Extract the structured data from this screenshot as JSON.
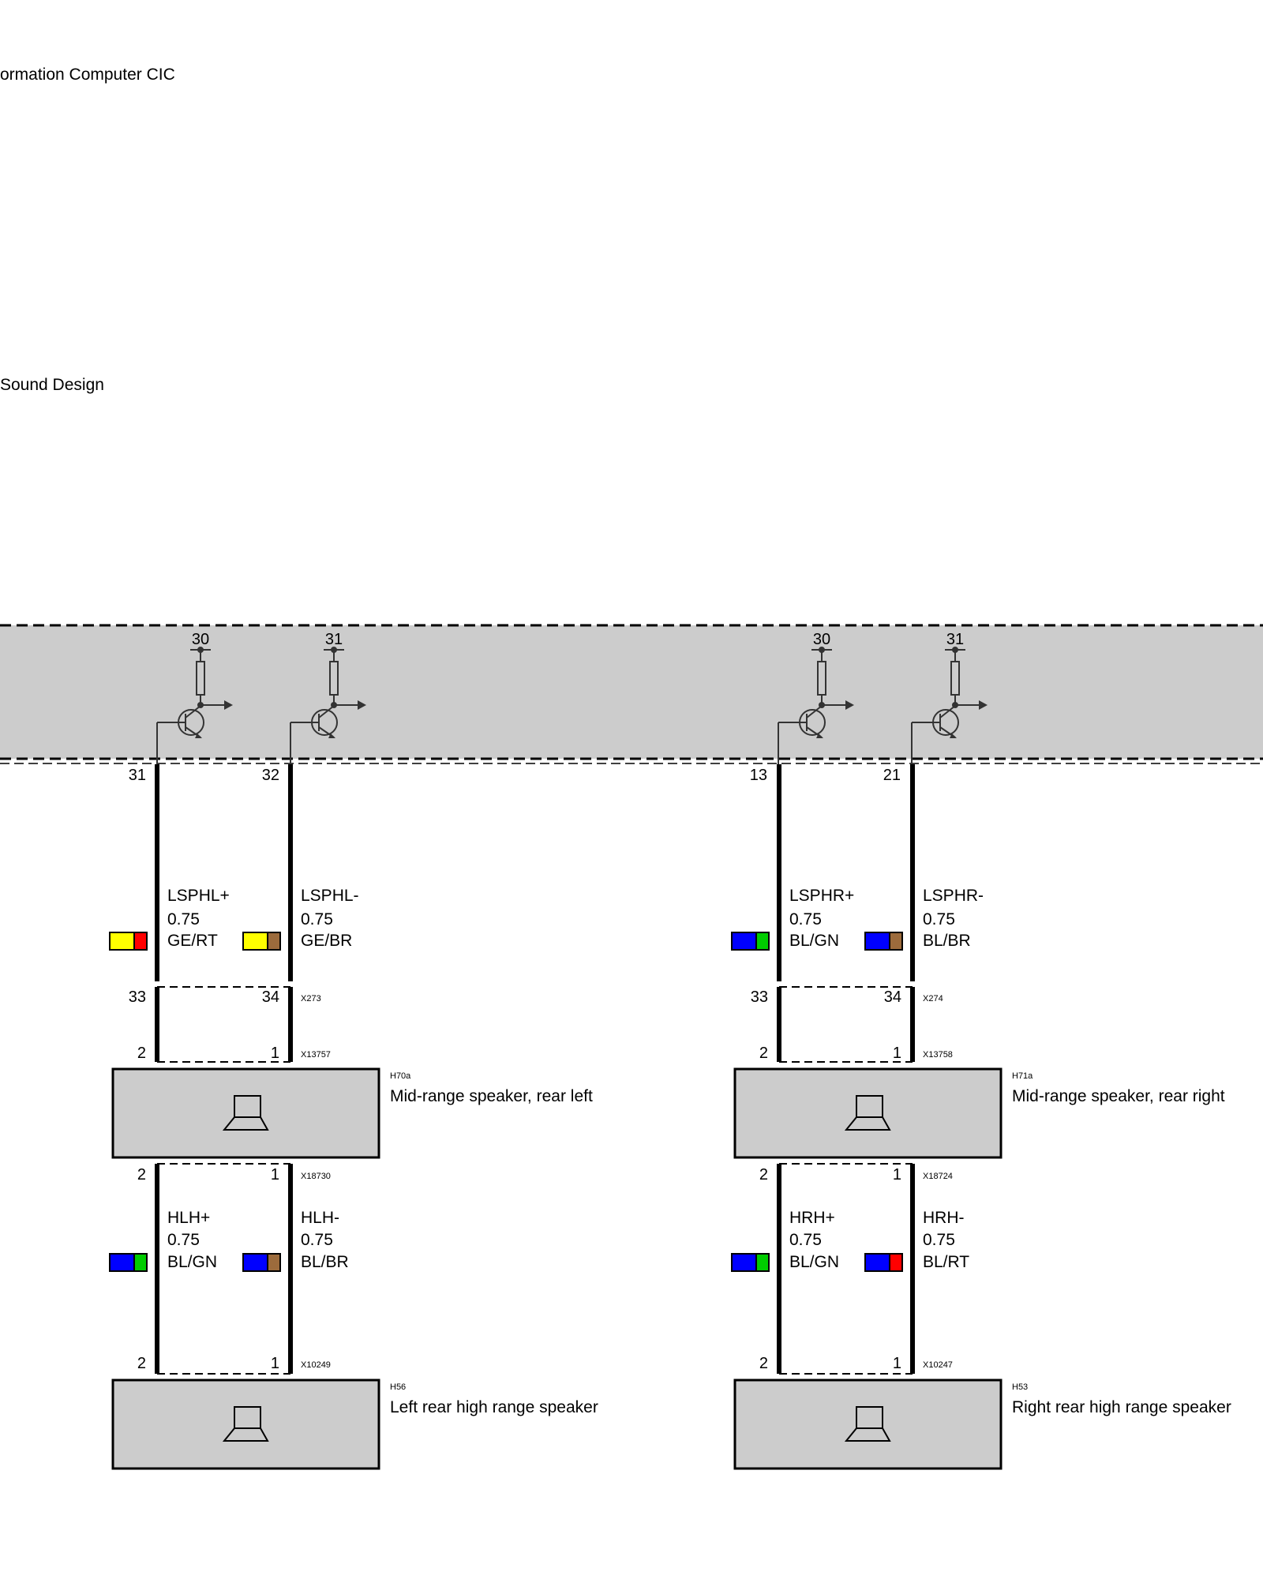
{
  "header": {
    "title_line1": "ormation Computer CIC",
    "title_line2": "Sound Design"
  },
  "module": {
    "transistors": [
      {
        "supply": "30",
        "pin": "31"
      },
      {
        "supply": "31",
        "pin": "32"
      },
      {
        "supply": "30",
        "pin": "13"
      },
      {
        "supply": "31",
        "pin": "21"
      }
    ]
  },
  "channels": [
    {
      "wires_top": [
        {
          "signal": "LSPHL+",
          "gauge": "0.75",
          "color": "GE/RT",
          "colors": [
            "#ffff00",
            "#ff0000"
          ]
        },
        {
          "signal": "LSPHL-",
          "gauge": "0.75",
          "color": "GE/BR",
          "colors": [
            "#ffff00",
            "#9c6b3c"
          ]
        }
      ],
      "conn1": {
        "id": "X273",
        "pins": [
          "33",
          "34"
        ]
      },
      "conn2": {
        "id": "X13757",
        "pins": [
          "2",
          "1"
        ]
      },
      "speaker_mid": {
        "id": "H70a",
        "name": "Mid-range speaker, rear left"
      },
      "conn3": {
        "id": "X18730",
        "pins": [
          "2",
          "1"
        ]
      },
      "wires_bottom": [
        {
          "signal": "HLH+",
          "gauge": "0.75",
          "color": "BL/GN",
          "colors": [
            "#0000ff",
            "#00cc00"
          ]
        },
        {
          "signal": "HLH-",
          "gauge": "0.75",
          "color": "BL/BR",
          "colors": [
            "#0000ff",
            "#9c6b3c"
          ]
        }
      ],
      "conn4": {
        "id": "X10249",
        "pins": [
          "2",
          "1"
        ]
      },
      "speaker_high": {
        "id": "H56",
        "name": "Left rear high range speaker"
      }
    },
    {
      "wires_top": [
        {
          "signal": "LSPHR+",
          "gauge": "0.75",
          "color": "BL/GN",
          "colors": [
            "#0000ff",
            "#00cc00"
          ]
        },
        {
          "signal": "LSPHR-",
          "gauge": "0.75",
          "color": "BL/BR",
          "colors": [
            "#0000ff",
            "#9c6b3c"
          ]
        }
      ],
      "conn1": {
        "id": "X274",
        "pins": [
          "33",
          "34"
        ]
      },
      "conn2": {
        "id": "X13758",
        "pins": [
          "2",
          "1"
        ]
      },
      "speaker_mid": {
        "id": "H71a",
        "name": "Mid-range speaker, rear right"
      },
      "conn3": {
        "id": "X18724",
        "pins": [
          "2",
          "1"
        ]
      },
      "wires_bottom": [
        {
          "signal": "HRH+",
          "gauge": "0.75",
          "color": "BL/GN",
          "colors": [
            "#0000ff",
            "#00cc00"
          ]
        },
        {
          "signal": "HRH-",
          "gauge": "0.75",
          "color": "BL/RT",
          "colors": [
            "#0000ff",
            "#ff0000"
          ]
        }
      ],
      "conn4": {
        "id": "X10247",
        "pins": [
          "2",
          "1"
        ]
      },
      "speaker_high": {
        "id": "H53",
        "name": "Right rear high range speaker"
      }
    }
  ],
  "colors": {
    "module_fill": "#cccccc",
    "speaker_fill": "#cccccc",
    "wire": "#000000"
  }
}
